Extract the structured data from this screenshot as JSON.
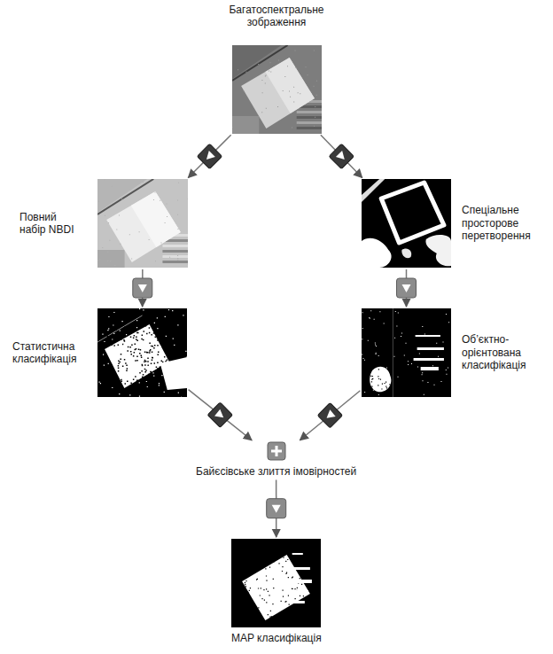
{
  "diagram": {
    "nodes": [
      {
        "text": [
          "Багатоспектральне зображення"
        ]
      },
      {
        "text": [
          "Повний набір NBDI"
        ]
      },
      {
        "text": [
          "Спеціальне просторове перетворення"
        ]
      },
      {
        "text": [
          "Статистична класифікація"
        ]
      },
      {
        "text": [
          "Об’єктно-орієнтована класифікація"
        ]
      },
      {
        "text": [
          "Байєсівське злиття імовірностей"
        ]
      },
      {
        "text": [
          "MAP класифікація"
        ]
      }
    ],
    "edges": [
      {
        "from": 0,
        "to": 1,
        "arrow": "to"
      },
      {
        "from": 0,
        "to": 2,
        "arrow": "to"
      },
      {
        "from": 1,
        "to": 3,
        "arrow": "to"
      },
      {
        "from": 2,
        "to": 4,
        "arrow": "to"
      },
      {
        "from": 3,
        "to": 5,
        "arrow": "to"
      },
      {
        "from": 4,
        "to": 5,
        "arrow": "to"
      },
      {
        "from": 5,
        "to": 6,
        "arrow": "to"
      }
    ]
  }
}
